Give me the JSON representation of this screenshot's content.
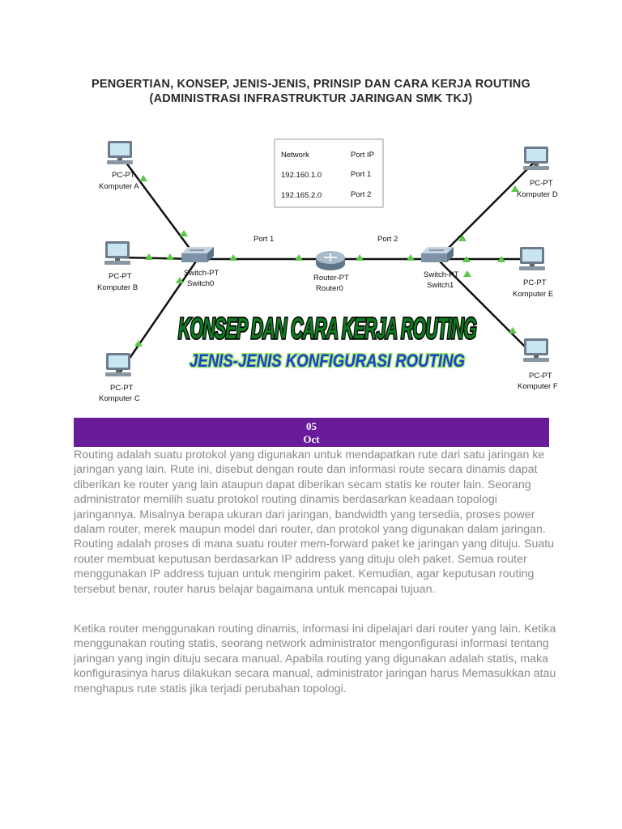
{
  "header": {
    "title_line1": "PENGERTIAN, KONSEP, JENIS-JENIS, PRINSIP DAN CARA KERJA ROUTING",
    "title_line2": "(ADMINISTRASI INFRASTRUKTUR JARINGAN SMK TKJ)"
  },
  "diagram": {
    "table": {
      "headers": [
        "Network",
        "Port IP"
      ],
      "rows": [
        [
          "192.160.1.0",
          "Port 1"
        ],
        [
          "192.165.2.0",
          "Port 2"
        ]
      ]
    },
    "nodes": {
      "pc_a": {
        "type": "PC-PT",
        "name": "Komputer A"
      },
      "pc_b": {
        "type": "PC-PT",
        "name": "Komputer B"
      },
      "pc_c": {
        "type": "PC-PT",
        "name": "Komputer C"
      },
      "pc_d": {
        "type": "PC-PT",
        "name": "Komputer D"
      },
      "pc_e": {
        "type": "PC-PT",
        "name": "Komputer E"
      },
      "pc_f": {
        "type": "PC-PT",
        "name": "Komputer F"
      },
      "switch0": {
        "type": "Switch-PT",
        "name": "Switch0"
      },
      "switch1": {
        "type": "Switch-PT",
        "name": "Switch1"
      },
      "router0": {
        "type": "Router-PT",
        "name": "Router0"
      }
    },
    "port1": "Port 1",
    "port2": "Port 2",
    "overlay_title": "KONSEP DAN CARA KERJA ROUTING",
    "overlay_subtitle": "JENIS-JENIS KONFIGURASI ROUTING",
    "link_color": "#111111",
    "indicator_color": "#5cc84a"
  },
  "date": {
    "day": "05",
    "month": "Oct"
  },
  "colors": {
    "banner": "#6a1b9a",
    "body_text": "#8a8a8a"
  },
  "body": {
    "paragraph1": "Routing adalah suatu protokol yang digunakan untuk mendapatkan rute dari satu jaringan ke jaringan yang lain. Rute ini, disebut dengan route dan informasi route secara dinamis dapat diberikan ke router yang lain ataupun dapat diberikan secam statis ke router lain. Seorang administrator memilih suatu protokol routing dinamis berdasarkan keadaan topologi jaringannya. Misalnya berapa ukuran dari jaringan, bandwidth yang tersedia, proses power dalam router, merek maupun model dari router, dan protokol yang digunakan dalam jaringan. Routing adalah proses di mana suatu router mem-forward paket ke jaringan yang dituju. Suatu router membuat keputusan berdasarkan IP address yang dituju oleh paket. Semua router menggunakan IP address tujuan untuk mengirim paket. Kemudian, agar keputusan routing tersebut benar, router harus belajar bagaimana untuk mencapai tujuan.",
    "paragraph2": "Ketika router menggunakan routing dinamis, informasi ini dipelajari dari router yang lain. Ketika menggunakan routing statis, seorang network administrator mengonfigurasi informasi tentang jaringan yang ingin dituju secara manual. Apabila routing yang digunakan adalah statis, maka konfigurasinya harus dilakukan secara manual, administrator jaringan harus Memasukkan atau menghapus rute statis jika terjadi perubahan topologi."
  }
}
